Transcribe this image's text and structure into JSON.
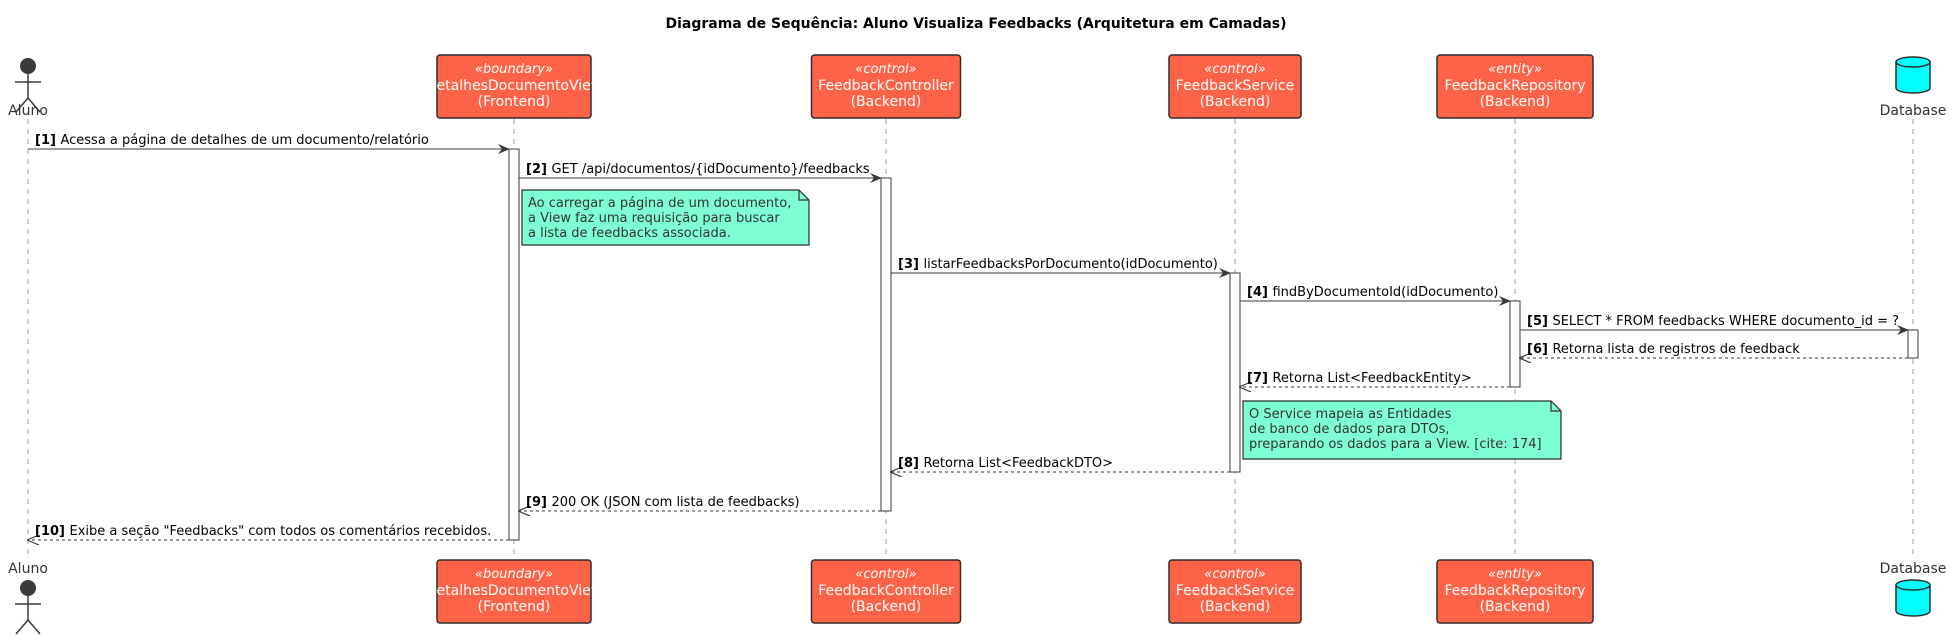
{
  "title": "Diagrama de Sequência: Aluno Visualiza Feedbacks (Arquitetura em Camadas)",
  "colors": {
    "participant_fill": "#ff6347",
    "participant_border": "#2d2d2d",
    "participant_text": "#ffffff",
    "actor_fill": "#3a3a3a",
    "database_fill": "#00ffff",
    "note_fill": "#7fffd4",
    "note_border": "#2d2d2d",
    "line": "#3a3a3a",
    "lifeline": "#a0a0a0",
    "activation_fill": "#ffffff"
  },
  "participants": [
    {
      "id": "aluno",
      "kind": "actor",
      "name": "Aluno",
      "icon": "stick-figure-icon"
    },
    {
      "id": "view",
      "kind": "box",
      "stereotype": "«boundary»",
      "line1": "DetalhesDocumentoView",
      "line2": "(Frontend)"
    },
    {
      "id": "controller",
      "kind": "box",
      "stereotype": "«control»",
      "line1": "FeedbackController",
      "line2": "(Backend)"
    },
    {
      "id": "service",
      "kind": "box",
      "stereotype": "«control»",
      "line1": "FeedbackService",
      "line2": "(Backend)"
    },
    {
      "id": "repository",
      "kind": "box",
      "stereotype": "«entity»",
      "line1": "FeedbackRepository",
      "line2": "(Backend)"
    },
    {
      "id": "database",
      "kind": "database",
      "name": "Database",
      "icon": "database-cylinder-icon"
    }
  ],
  "messages": [
    {
      "num": "[1]",
      "text": "Acessa a página de detalhes de um documento/relatório",
      "from": "aluno",
      "to": "view",
      "type": "sync"
    },
    {
      "num": "[2]",
      "text": "GET /api/documentos/{idDocumento}/feedbacks",
      "from": "view",
      "to": "controller",
      "type": "sync"
    },
    {
      "num": "[3]",
      "text": "listarFeedbacksPorDocumento(idDocumento)",
      "from": "controller",
      "to": "service",
      "type": "sync"
    },
    {
      "num": "[4]",
      "text": "findByDocumentoId(idDocumento)",
      "from": "service",
      "to": "repository",
      "type": "sync"
    },
    {
      "num": "[5]",
      "text": "SELECT * FROM feedbacks WHERE documento_id = ?",
      "from": "repository",
      "to": "database",
      "type": "sync"
    },
    {
      "num": "[6]",
      "text": "Retorna lista de registros de feedback",
      "from": "database",
      "to": "repository",
      "type": "return"
    },
    {
      "num": "[7]",
      "text": "Retorna List<FeedbackEntity>",
      "from": "repository",
      "to": "service",
      "type": "return"
    },
    {
      "num": "[8]",
      "text": "Retorna List<FeedbackDTO>",
      "from": "service",
      "to": "controller",
      "type": "return"
    },
    {
      "num": "[9]",
      "text": "200 OK (JSON com lista de feedbacks)",
      "from": "controller",
      "to": "view",
      "type": "return"
    },
    {
      "num": "[10]",
      "text": "Exibe a seção \"Feedbacks\" com todos os comentários recebidos.",
      "from": "view",
      "to": "aluno",
      "type": "return"
    }
  ],
  "notes": [
    {
      "after_message": 2,
      "anchor": "view",
      "lines": [
        "Ao carregar a página de um documento,",
        "a View faz uma requisição para buscar",
        "a lista de feedbacks associada."
      ]
    },
    {
      "after_message": 7,
      "anchor": "service",
      "lines": [
        "O Service mapeia as Entidades",
        "de banco de dados para DTOs,",
        "preparando os dados para a View. [cite: 174]"
      ]
    }
  ]
}
